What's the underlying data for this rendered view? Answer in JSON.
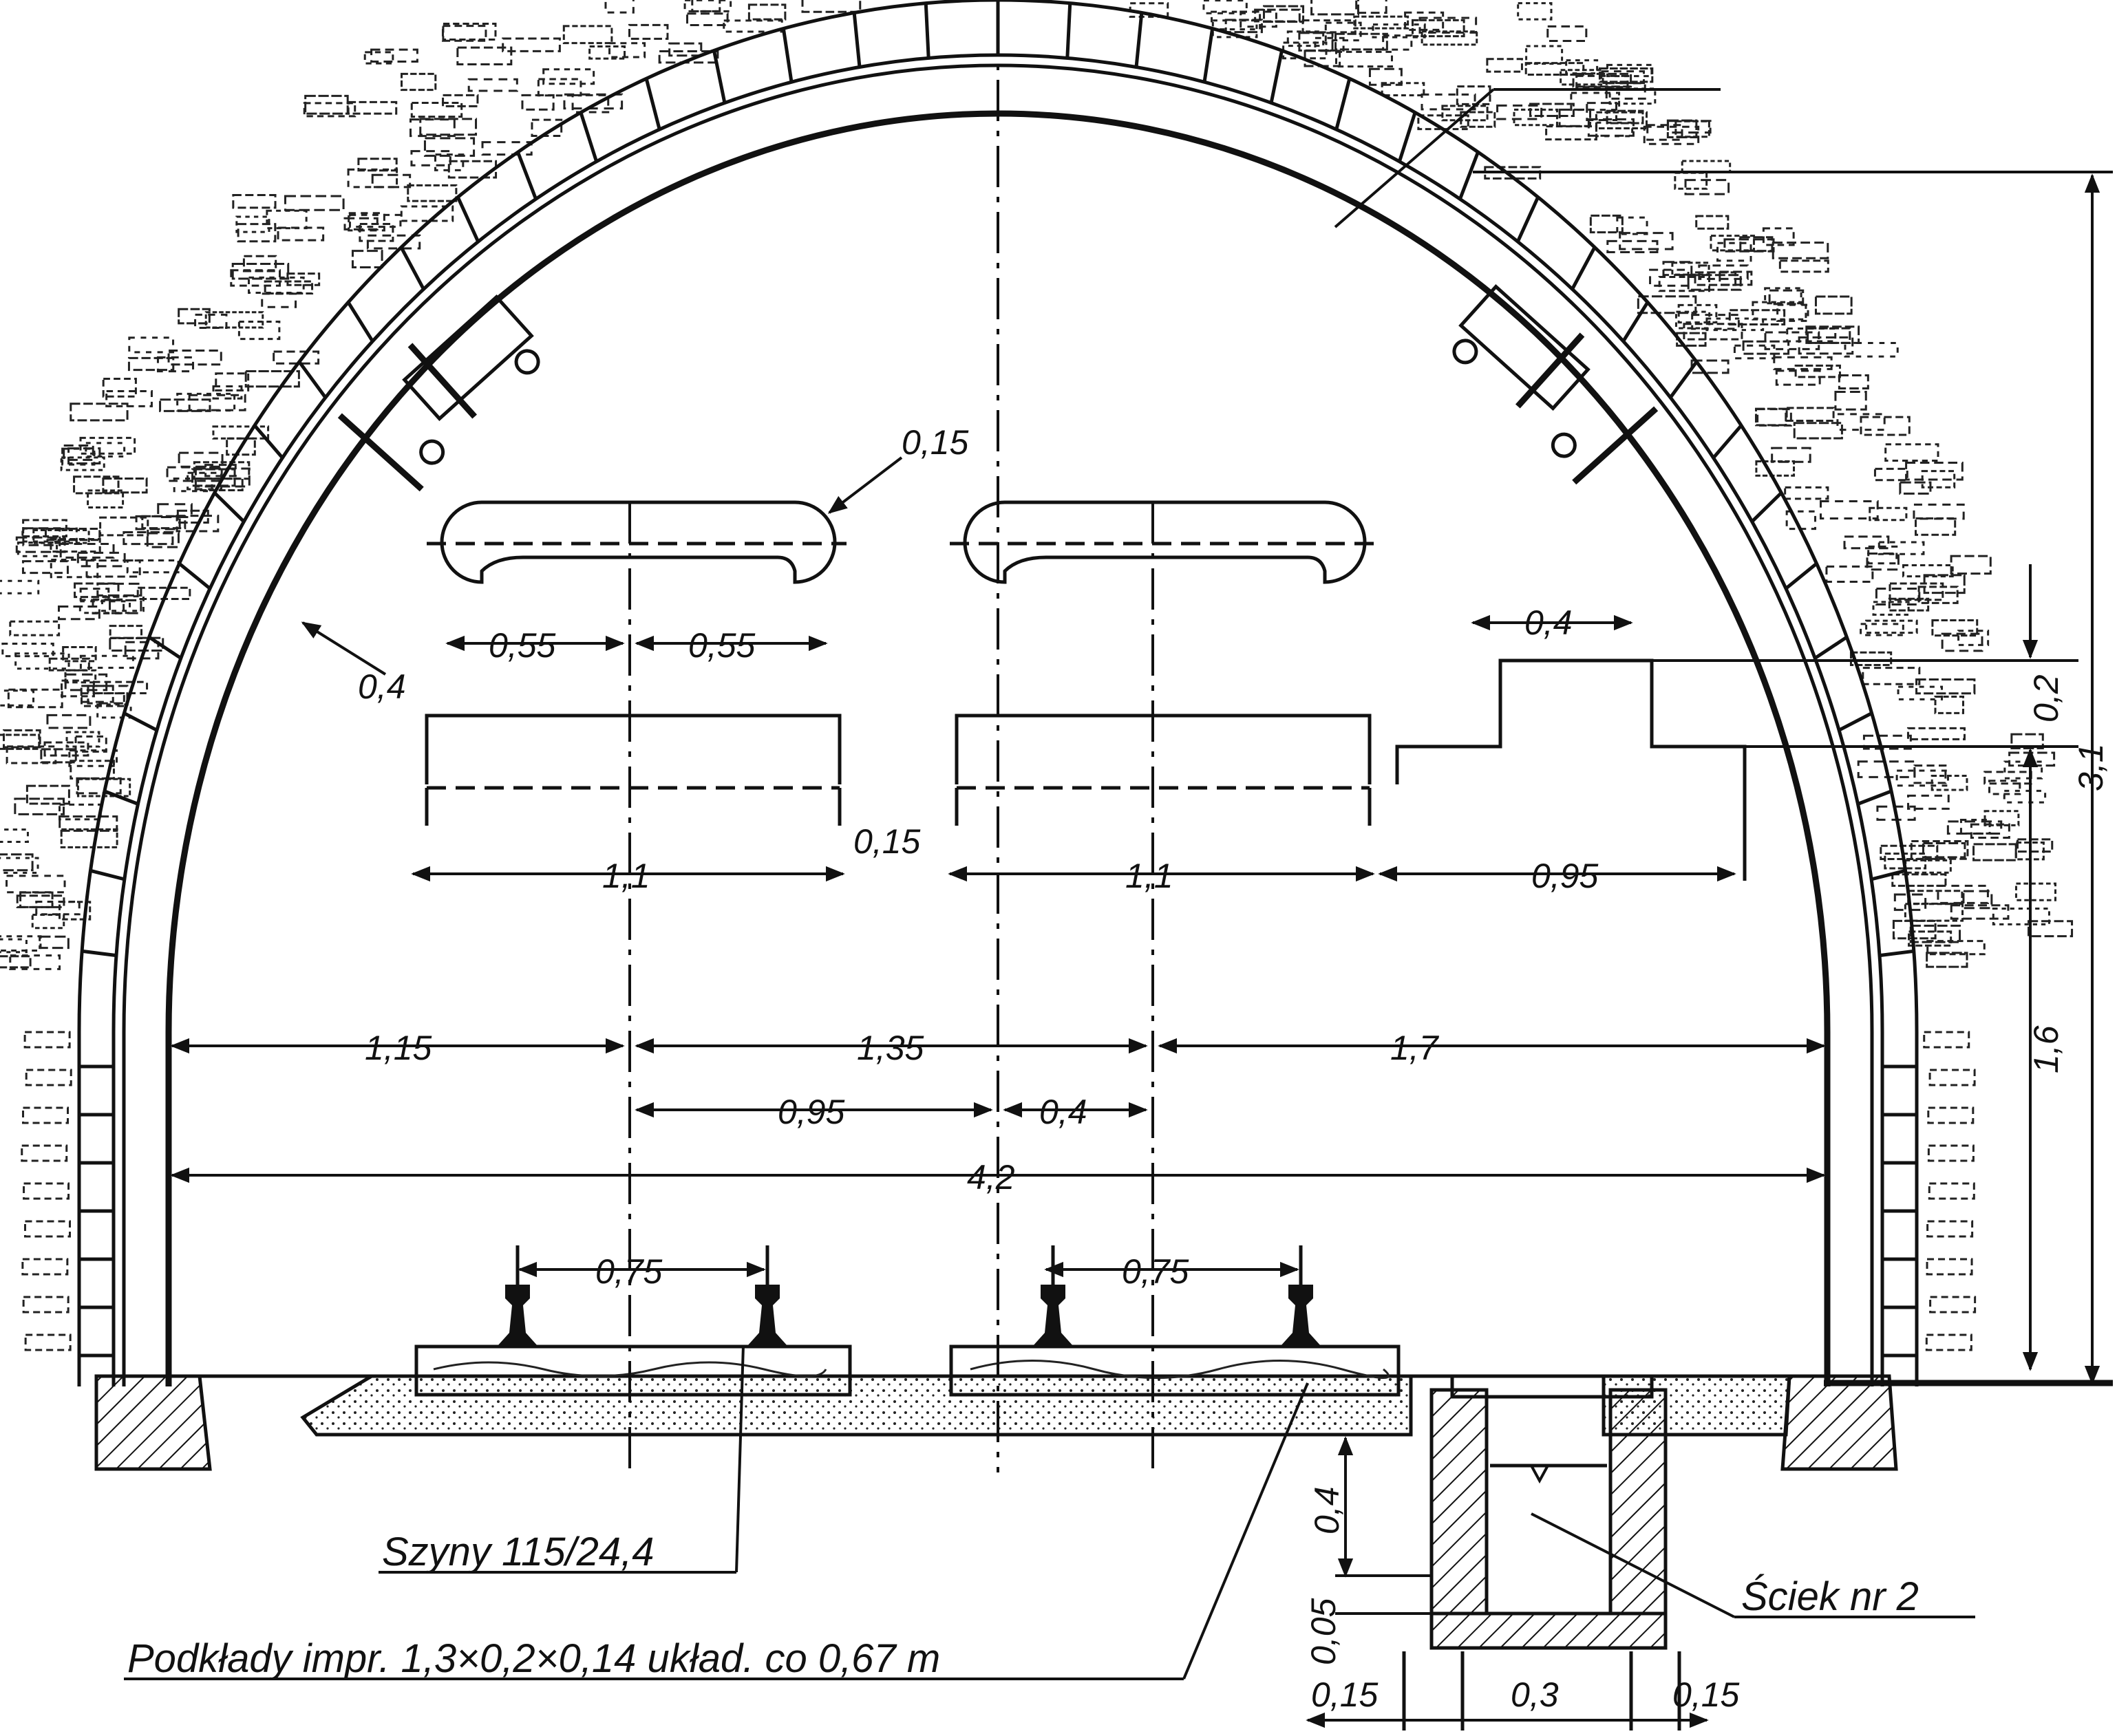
{
  "dimensions": {
    "total_height": "3,1",
    "upper_step": "0,2",
    "wall_height": "1,6",
    "rib_thickness": "0,4",
    "bolt": "0,15",
    "gauge_half_left": "0,55",
    "gauge_half_right": "0,55",
    "step_width": "0,4",
    "car_width_left": "1,1",
    "car_gap": "0,15",
    "car_width_right": "1,1",
    "walkway_width": "0,95",
    "left_clearance": "1,15",
    "track_spacing": "1,35",
    "right_clearance": "1,7",
    "offset_left": "0,95",
    "offset_right": "0,4",
    "total_width": "4,2",
    "rail_gauge_left": "0,75",
    "rail_gauge_right": "0,75",
    "drain_depth": "0,4",
    "drain_base": "0,05",
    "drain_wall_left": "0,15",
    "drain_inner": "0,3",
    "drain_wall_right": "0,15"
  },
  "labels": {
    "rails": "Szyny 115/24,4",
    "sleepers": "Podkłady impr. 1,3×0,2×0,14 układ. co 0,67 m",
    "drain": "Ściek nr 2"
  },
  "colors": {
    "ink": "#111111",
    "paper": "#ffffff"
  }
}
